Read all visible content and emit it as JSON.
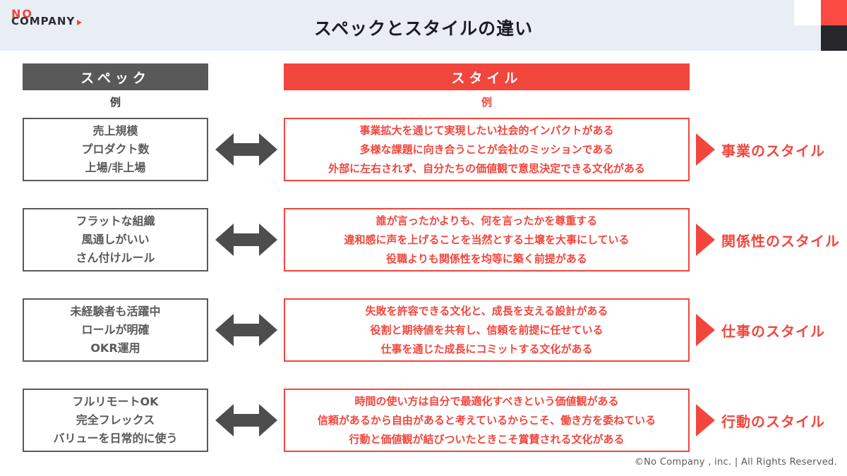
{
  "header": {
    "logo_line1": "NO",
    "logo_line2": "COMPANY",
    "title": "スペックとスタイルの違い"
  },
  "columns": {
    "spec_header": "スペック",
    "style_header": "スタイル",
    "spec_example_label": "例",
    "style_example_label": "例"
  },
  "rows": [
    {
      "spec_lines": [
        "売上規模",
        "プロダクト数",
        "上場/非上場"
      ],
      "style_lines": [
        "事業拡大を通じて実現したい社会的インパクトがある",
        "多様な課題に向き合うことが会社のミッションである",
        "外部に左右されず、自分たちの価値観で意思決定できる文化がある"
      ],
      "label": "事業のスタイル"
    },
    {
      "spec_lines": [
        "フラットな組織",
        "風通しがいい",
        "さん付けルール"
      ],
      "style_lines": [
        "誰が言ったかよりも、何を言ったかを尊重する",
        "違和感に声を上げることを当然とする土壌を大事にしている",
        "役職よりも関係性を均等に築く前提がある"
      ],
      "label": "関係性のスタイル"
    },
    {
      "spec_lines": [
        "未経験者も活躍中",
        "ロールが明確",
        "OKR運用"
      ],
      "style_lines": [
        "失敗を許容できる文化と、成長を支える設計がある",
        "役割と期待値を共有し、信頼を前提に任せている",
        "仕事を通じた成長にコミットする文化がある"
      ],
      "label": "仕事のスタイル"
    },
    {
      "spec_lines": [
        "フルリモートOK",
        "完全フレックス",
        "バリューを日常的に使う"
      ],
      "style_lines": [
        "時間の使い方は自分で最適化すべきという価値観がある",
        "信頼があるから自由があると考えているからこそ、働き方を委ねている",
        "行動と価値観が結びついたときこそ賞賛される文化がある"
      ],
      "label": "行動のスタイル"
    }
  ],
  "footer": {
    "copyright": "©No Company , inc.  |  All Rights Reserved."
  },
  "colors": {
    "accent_red": "#F2463D",
    "dark_gray": "#595959",
    "arrow_gray": "#4D4D4D",
    "band_background": "#E9EDF4",
    "corner_dark": "#26262B"
  }
}
